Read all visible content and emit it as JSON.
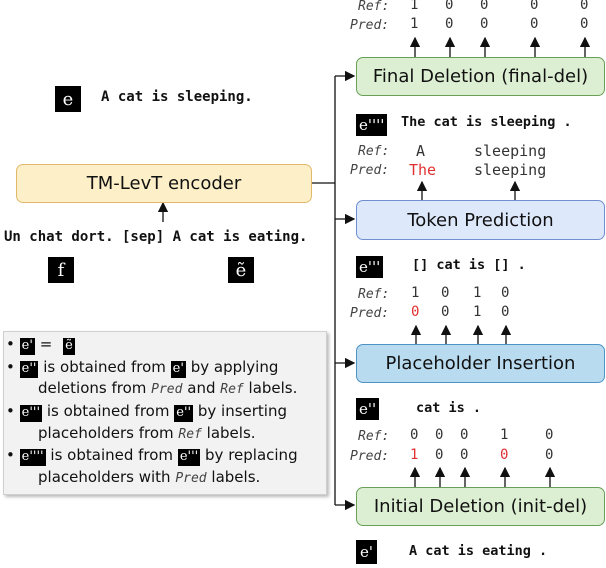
{
  "input": {
    "sentence_e": "A cat is sleeping.",
    "source_line": "Un chat dort. [sep] A cat is eating.",
    "chip_e": "e",
    "chip_f": "f",
    "chip_etilde": "ẽ"
  },
  "encoder": {
    "label": "TM-LevT encoder"
  },
  "stages": {
    "final_del": {
      "label": "Final Deletion (final-del)"
    },
    "token_pred": {
      "label": "Token Prediction"
    },
    "placeholder": {
      "label": "Placeholder Insertion"
    },
    "init_del": {
      "label": "Initial Deletion (init-del)"
    }
  },
  "rows": {
    "top_ref_label": "Ref:",
    "top_pred_label": "Pred:",
    "top_ref": [
      "1",
      "0",
      "0",
      "0",
      "0"
    ],
    "top_pred": [
      "1",
      "0",
      "0",
      "0",
      "0"
    ],
    "e4_chip": "e''''",
    "e4_sentence": "The cat is sleeping .",
    "tok_ref_label": "Ref:",
    "tok_pred_label": "Pred:",
    "tok_ref": [
      "A",
      "sleeping"
    ],
    "tok_pred": [
      "The",
      "sleeping"
    ],
    "e3_chip": "e'''",
    "e3_sentence": "[] cat is [] .",
    "ph_ref_label": "Ref:",
    "ph_pred_label": "Pred:",
    "ph_ref": [
      "1",
      "0",
      "1",
      "0"
    ],
    "ph_pred": [
      "0",
      "0",
      "1",
      "0"
    ],
    "e2_chip": "e''",
    "e2_sentence": "cat is .",
    "init_ref_label": "Ref:",
    "init_pred_label": "Pred:",
    "init_ref": [
      "0",
      "0",
      "0",
      "1",
      "0"
    ],
    "init_pred": [
      "1",
      "0",
      "0",
      "0",
      "0"
    ],
    "e1_chip": "e'",
    "e1_sentence": "A cat is eating ."
  },
  "legend": {
    "l1_chip_a": "e'",
    "l1_eq": "=",
    "l1_chip_b": "ẽ",
    "l2_chip_a": "e''",
    "l2_text_a": "is obtained from",
    "l2_chip_b": "e'",
    "l2_text_b": "by applying",
    "l3_text_a": "deletions from",
    "l3_pred": "Pred",
    "l3_and": "and",
    "l3_ref": "Ref",
    "l3_labels": "labels.",
    "l4_chip_a": "e'''",
    "l4_text_a": "is obtained from",
    "l4_chip_b": "e''",
    "l4_text_b": "by inserting",
    "l5_text": "placeholders from",
    "l5_ref": "Ref",
    "l5_labels": "labels.",
    "l6_chip_a": "e''''",
    "l6_text_a": "is obtained from",
    "l6_chip_b": "e'''",
    "l6_text_b": "by replacing",
    "l7_text": "placeholders with",
    "l7_pred": "Pred",
    "l7_labels": "labels."
  },
  "colors": {
    "encoder_fill": "#fdf0c8",
    "deletion_fill": "#dcefd2",
    "token_fill": "#dde8fb",
    "placeholder_fill": "#b9dbf0",
    "highlight_red": "#e03030"
  }
}
